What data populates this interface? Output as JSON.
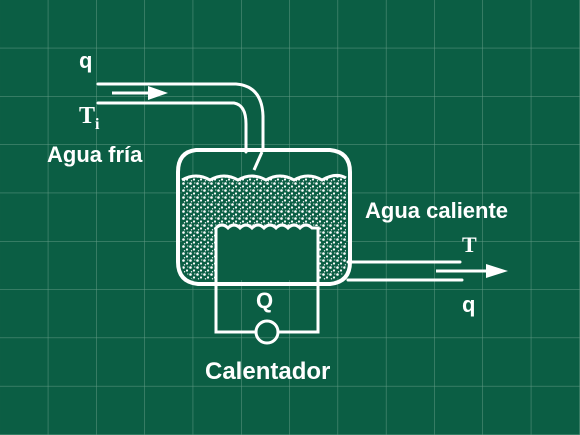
{
  "labels": {
    "inlet_flow": "q",
    "inlet_temp_main": "T",
    "inlet_temp_sub": "i",
    "cold_water": "Agua fría",
    "hot_water": "Agua caliente",
    "outlet_temp": "T",
    "outlet_flow": "q",
    "heat": "Q",
    "heater": "Calentador"
  },
  "colors": {
    "board": "#0b5e44",
    "grid": "#7fae9b",
    "chalk": "#ffffff"
  }
}
